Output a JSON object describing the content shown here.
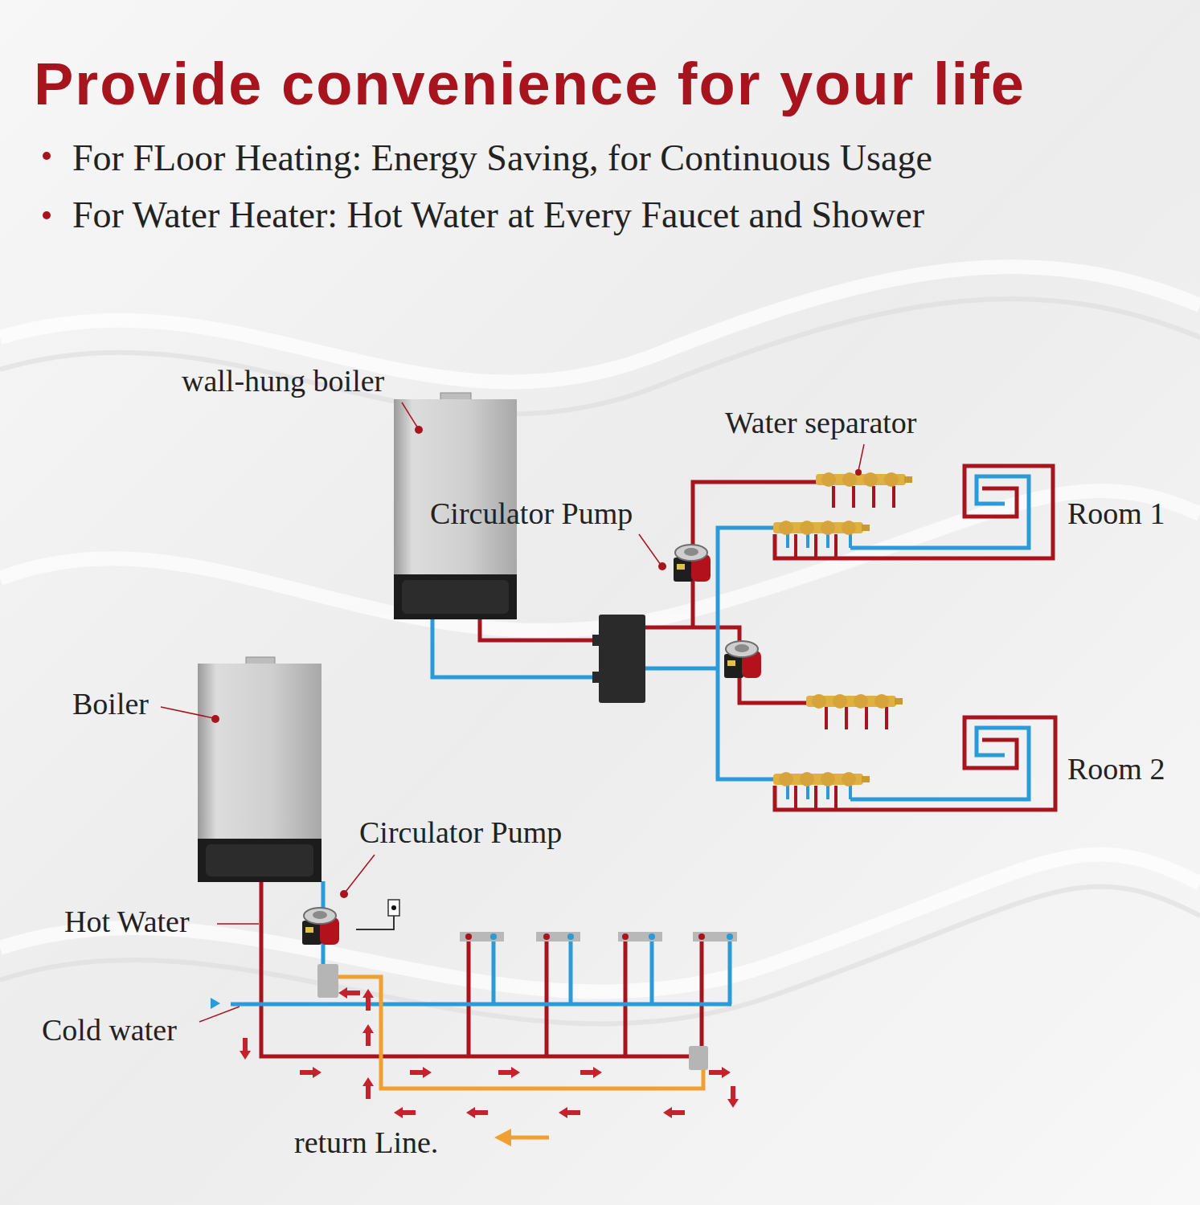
{
  "diagram": {
    "title": "Provide convenience for your life",
    "labels": [
      "For FLoor Heating: Energy Saving, for Continuous Usage",
      "For Water Heater: Hot Water at Every Faucet and Shower",
      "wall-hung boiler",
      "Water separator",
      "Circulator Pump",
      "Room 1",
      "Room 2",
      "Boiler",
      "Circulator Pump",
      "Hot Water",
      "Cold water",
      "return Line."
    ]
  }
}
